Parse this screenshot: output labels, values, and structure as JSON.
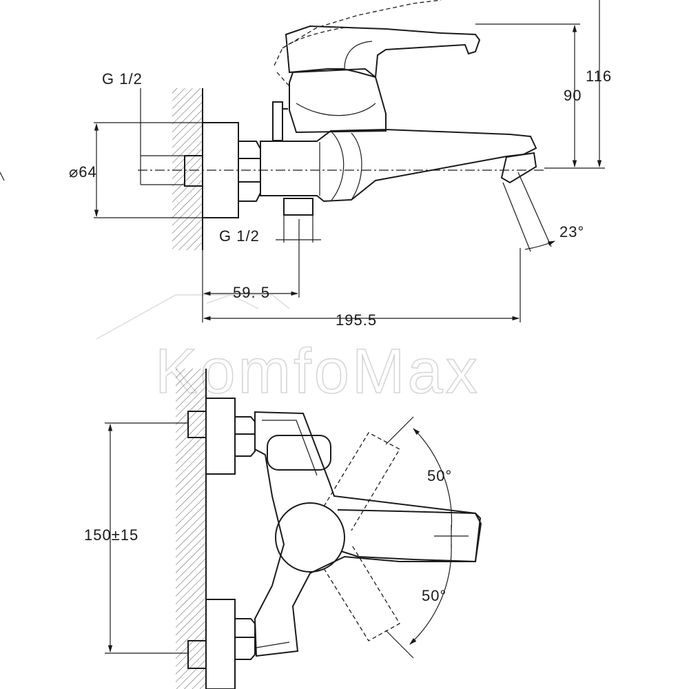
{
  "watermark": {
    "text": "KomfoMax"
  },
  "side_view": {
    "inlet_thread": "G 1/2",
    "flange_diameter": "⌀64",
    "outlet_thread": "G 1/2",
    "dim_outlet_offset": "59. 5",
    "dim_total_length": "195.5",
    "dim_height_spout": "90",
    "dim_height_total": "116",
    "spout_angle": "23°"
  },
  "top_view": {
    "center_distance": "150±15",
    "lever_angle_up": "50°",
    "lever_angle_down": "50°"
  }
}
